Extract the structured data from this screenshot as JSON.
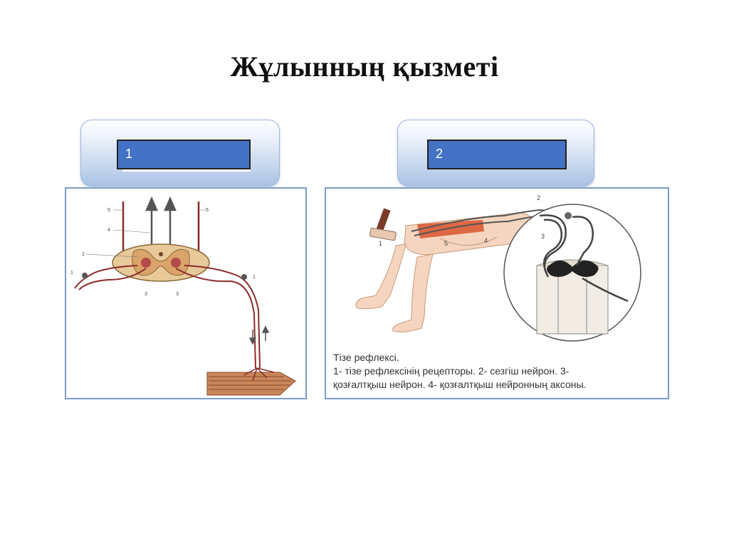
{
  "slide": {
    "title": "Жұлынның қызметі"
  },
  "boxes": {
    "box1_label": "1",
    "box2_label": "2"
  },
  "caption": {
    "line1": "Тізе рефлексі.",
    "line2": "1- тізе рефлексінің рецепторы. 2- сезгіш нейрон. 3-",
    "line3": "қозғалтқыш нейрон. 4- қозғалтқыш нейронның аксоны."
  },
  "figure_left": {
    "labels": [
      "5",
      "5",
      "4",
      "2",
      "1",
      "1",
      "3",
      "3"
    ]
  },
  "figure_right": {
    "labels": [
      "1",
      "2",
      "3",
      "4",
      "5"
    ]
  },
  "colors": {
    "label_fill": "#4472c4",
    "nerve": "#8b2a2a",
    "muscle": "#c86a50"
  }
}
